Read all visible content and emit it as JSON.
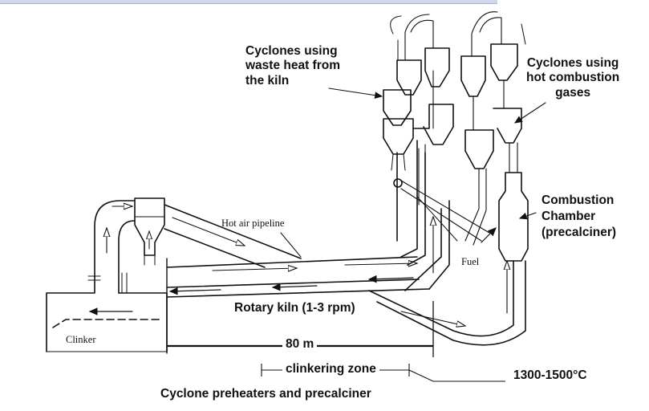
{
  "labels": {
    "cyclones_waste_heat": [
      "Cyclones using",
      "waste heat from",
      "the kiln"
    ],
    "cyclones_hot_gases": [
      "Cyclones using",
      "hot combustion",
      "gases"
    ],
    "combustion_chamber": [
      "Combustion",
      "Chamber",
      "(precalciner)"
    ],
    "hot_air_pipeline": "Hot air pipeline",
    "fuel": "Fuel",
    "rotary_kiln": "Rotary kiln (1-3 rpm)",
    "clinker": "Clinker",
    "length": "80 m",
    "clinkering_zone": "clinkering zone",
    "temperature": "1300-1500°C",
    "caption": "Cyclone preheaters and precalciner"
  },
  "colors": {
    "ink": "#111111",
    "background": "#ffffff",
    "header_strip": "#cfd8e8"
  }
}
